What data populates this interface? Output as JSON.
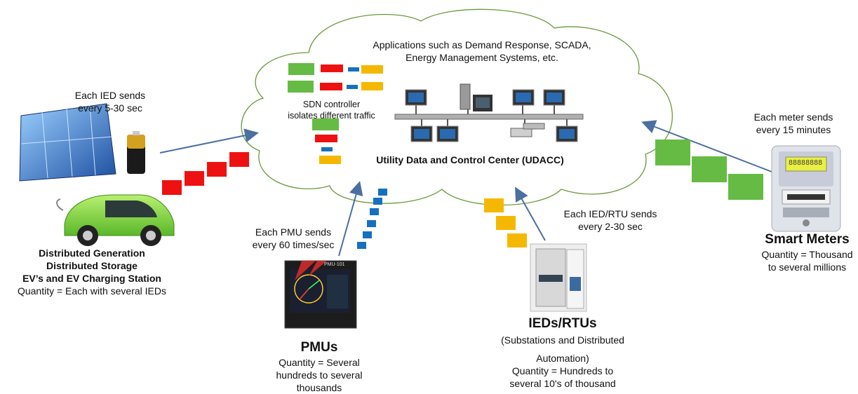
{
  "cloud": {
    "applications_line1": "Applications such as Demand Response, SCADA,",
    "applications_line2": "Energy Management Systems, etc.",
    "sdn_line1": "SDN controller",
    "sdn_line2": "isolates different traffic",
    "udacc_label": "Utility Data and Control Center (UDACC)"
  },
  "der": {
    "send_line1": "Each IED sends",
    "send_line2": "every 5-30 sec",
    "label_line1": "Distributed Generation",
    "label_line2": "Distributed Storage",
    "label_line3": "EV’s and EV Charging Station",
    "quantity": "Quantity = Each with several IEDs"
  },
  "pmu": {
    "send_line1": "Each PMU sends",
    "send_line2": "every 60 times/sec",
    "title": "PMUs",
    "quantity_line1": "Quantity = Several",
    "quantity_line2": "hundreds to several",
    "quantity_line3": "thousands",
    "device_model": "PMU-101"
  },
  "ied": {
    "send_line1": "Each IED/RTU sends",
    "send_line2": "every 2-30 sec",
    "title": "IEDs/RTUs",
    "sub_line1": "(Substations and Distributed",
    "sub_line2": "Automation)",
    "quantity_line1": "Quantity = Hundreds to",
    "quantity_line2": "several 10's of thousand"
  },
  "meter": {
    "send_line1": "Each meter sends",
    "send_line2": "every 15 minutes",
    "title": "Smart Meters",
    "quantity_line1": "Quantity = Thousand",
    "quantity_line2": "to several millions",
    "display": "88888888"
  },
  "colors": {
    "der_packet": "#ee1111",
    "pmu_packet": "#1670c0",
    "ied_packet": "#f5b800",
    "meter_packet": "#66bb44",
    "cloud_stroke": "#6a9a3a",
    "arrow": "#4a6fa0"
  }
}
